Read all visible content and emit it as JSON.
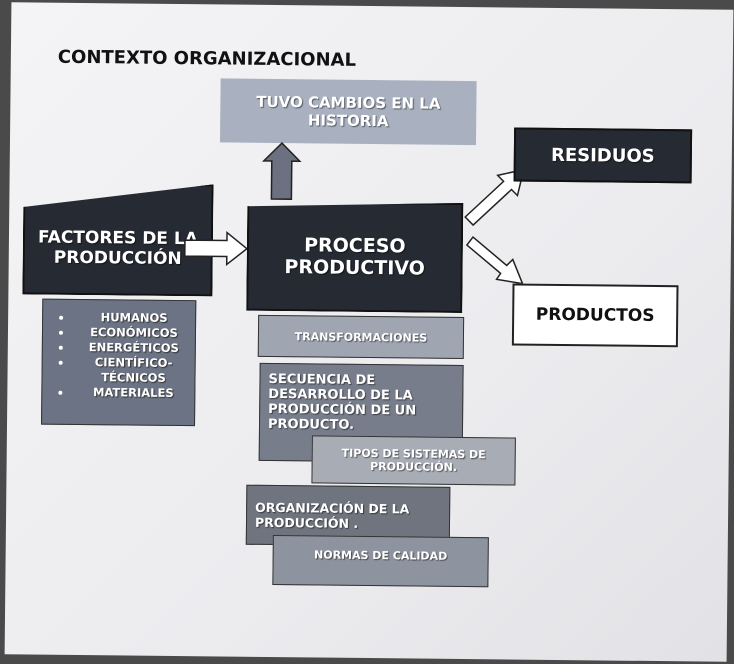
{
  "title": "CONTEXTO ORGANIZACIONAL",
  "history_box": "TUVO CAMBIOS EN LA HISTORIA",
  "factors_box": "FACTORES DE LA PRODUCCIÓN",
  "factors_list": [
    "HUMANOS",
    "ECONÓMICOS",
    "ENERGÉTICOS",
    "CIENTÍFICO-TÉCNICOS",
    "MATERIALES"
  ],
  "process_box": "PROCESO PRODUCTIVO",
  "waste_box": "RESIDUOS",
  "products_box": "PRODUCTOS",
  "sub_items": {
    "transformations": "TRANSFORMACIONES",
    "sequence": "SECUENCIA DE DESARROLLO DE LA PRODUCCIÓN DE UN PRODUCTO.",
    "systems": "TIPOS DE SISTEMAS DE PRODUCCIÓN.",
    "organization": "ORGANIZACIÓN DE LA PRODUCCIÓN .",
    "quality": "NORMAS DE CALIDAD"
  }
}
